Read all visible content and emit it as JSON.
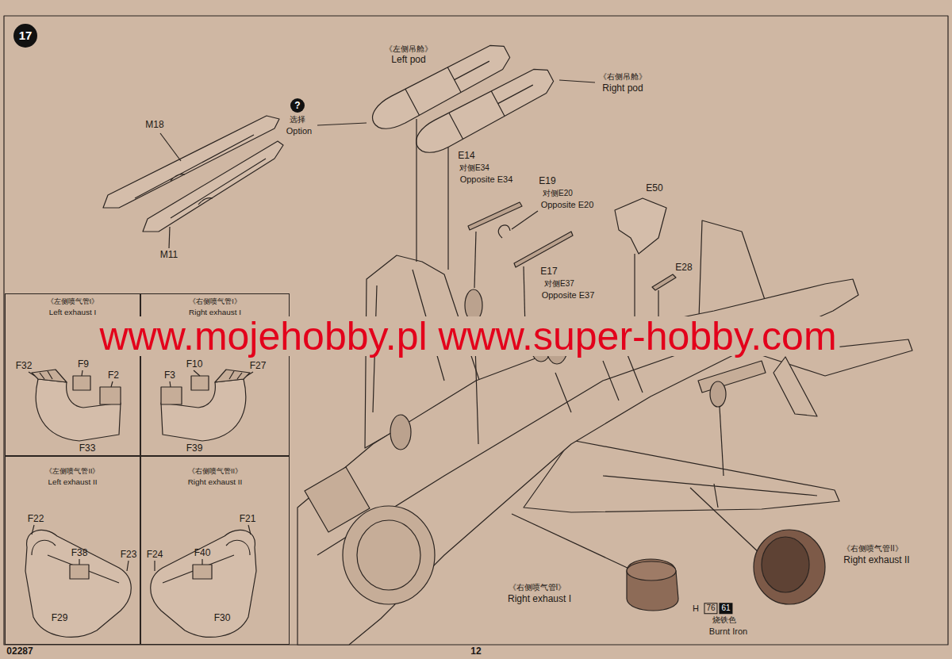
{
  "diagram": {
    "nodes": [
      {
        "text": [
          "《左侧喷气管I》",
          "Left exhaust I"
        ]
      },
      {
        "text": [
          "《右侧喷气管I》",
          "Right exhaust I"
        ]
      },
      {
        "text": [
          "《左侧喷气管II》",
          "Left exhaust II"
        ]
      },
      {
        "text": [
          "《右侧喷气管II》",
          "Right exhaust II"
        ]
      }
    ],
    "labels": [
      "17",
      "M18",
      "M11",
      "?",
      "选择",
      "Option",
      "《左侧吊舱》",
      "Left pod",
      "《右侧吊舱》",
      "Right pod",
      "E14",
      "对侧E34",
      "Opposite E34",
      "E19",
      "对侧E20",
      "Opposite E20",
      "E50",
      "E28",
      "E17",
      "对侧E37",
      "Opposite E37",
      "www.mojehobby.pl www.super-hobby.com",
      "F32",
      "F9",
      "F2",
      "F33",
      "F3",
      "F10",
      "F27",
      "F39",
      "F22",
      "F38",
      "F23",
      "F29",
      "F24",
      "F40",
      "F21",
      "F30",
      "《右侧喷气管I》",
      "Right exhaust I",
      "《右侧喷气管II》",
      "Right exhaust II",
      "H",
      "76",
      "61",
      "烧铁色",
      "Burnt Iron",
      "02287",
      "12"
    ]
  }
}
